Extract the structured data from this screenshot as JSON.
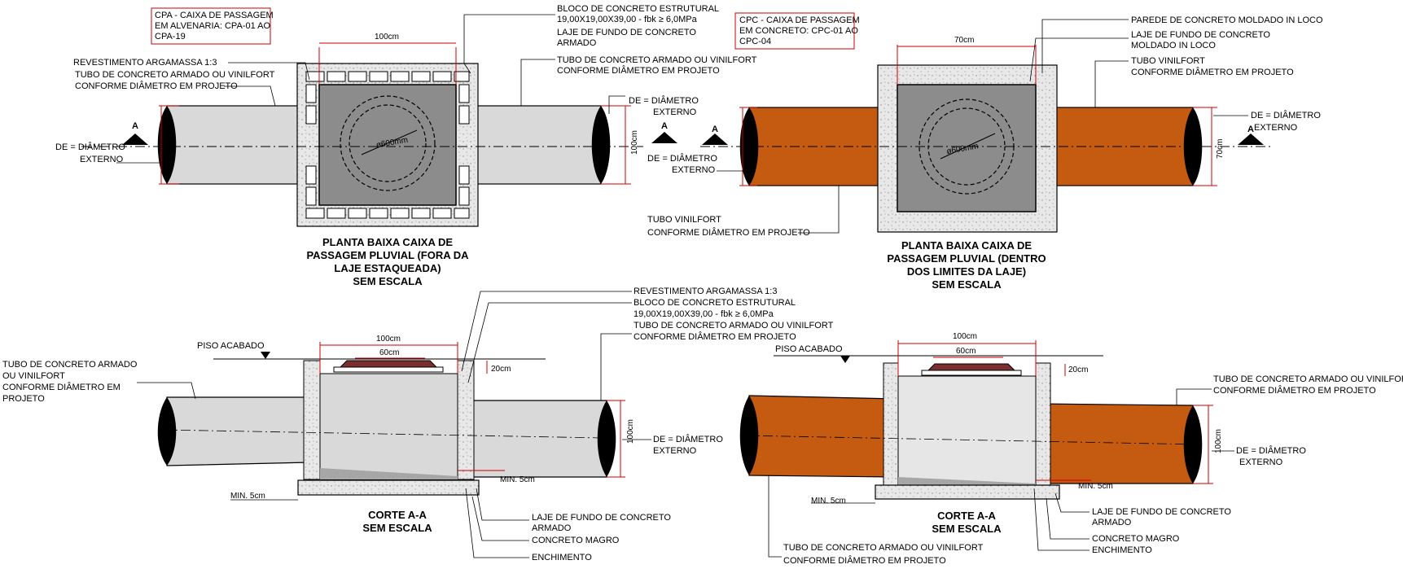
{
  "colors": {
    "pipe_gray": "#d9d9d9",
    "pipe_orange": "#c55a11",
    "box_fill": "#8c8c8c",
    "concrete": "#e6e6e6",
    "red_dim": "#cc0000",
    "cover": "#7a2e2e"
  },
  "plan_cpa": {
    "callout": [
      "CPA - CAIXA DE PASSAGEM",
      "EM ALVENARIA: CPA-01 AO",
      "CPA-19"
    ],
    "bloco": [
      "BLOCO DE CONCRETO ESTRUTURAL",
      "19,00X19,00X39,00 - fbk ≥ 6,0MPa"
    ],
    "laje": [
      "LAJE DE FUNDO DE CONCRETO",
      "ARMADO"
    ],
    "revestimento": "REVESTIMENTO ARGAMASSA 1:3",
    "tubo_left": [
      "TUBO DE CONCRETO ARMADO OU VINILFORT",
      "CONFORME DIÂMETRO EM PROJETO"
    ],
    "tubo_right": [
      "TUBO DE CONCRETO ARMADO OU VINILFORT",
      "CONFORME DIÂMETRO EM PROJETO"
    ],
    "de_left": [
      "DE = DIÂMETRO",
      "EXTERNO"
    ],
    "de_right": [
      "DE = DIÂMETRO",
      "EXTERNO"
    ],
    "dim_width": "100cm",
    "dim_height": "100cm",
    "diam": "ø600mm",
    "section_mark": "A",
    "title": [
      "PLANTA BAIXA CAIXA DE",
      "PASSAGEM PLUVIAL (FORA DA",
      "LAJE ESTAQUEADA)",
      "SEM ESCALA"
    ]
  },
  "plan_cpc": {
    "callout": [
      "CPC - CAIXA DE PASSAGEM",
      "EM CONCRETO: CPC-01 AO",
      "CPC-04"
    ],
    "parede": "PAREDE DE CONCRETO MOLDADO IN LOCO",
    "laje": [
      "LAJE DE FUNDO DE CONCRETO",
      "MOLDADO IN LOCO"
    ],
    "tubo_top": [
      "TUBO VINILFORT",
      "CONFORME DIÂMETRO EM PROJETO"
    ],
    "tubo_bottom": [
      "TUBO VINILFORT",
      "CONFORME DIÂMETRO EM PROJETO"
    ],
    "de_left": [
      "DE = DIÂMETRO",
      "EXTERNO"
    ],
    "de_right": [
      "DE = DIÂMETRO",
      "EXTERNO"
    ],
    "dim_width": "70cm",
    "dim_height": "70cm",
    "diam": "ø600mm",
    "section_mark": "A",
    "title": [
      "PLANTA BAIXA CAIXA DE",
      "PASSAGEM PLUVIAL (DENTRO",
      "DOS LIMITES DA LAJE)",
      "SEM ESCALA"
    ]
  },
  "section_cpa": {
    "revestimento": "REVESTIMENTO ARGAMASSA 1:3",
    "bloco": [
      "BLOCO DE CONCRETO ESTRUTURAL",
      "19,00X19,00X39,00 - fbk ≥ 6,0MPa"
    ],
    "tubo_top": [
      "TUBO DE CONCRETO ARMADO OU VINILFORT",
      "CONFORME DIÂMETRO EM PROJETO"
    ],
    "tubo_left": [
      "TUBO DE CONCRETO ARMADO",
      "OU VINILFORT",
      "CONFORME DIÂMETRO EM",
      "PROJETO"
    ],
    "piso": "PISO ACABADO",
    "dim_width": "100cm",
    "dim_cover": "60cm",
    "dim_depth": "20cm",
    "dim_height": "100cm",
    "min_right": "MIN. 5cm",
    "min_left": "MIN. 5cm",
    "de": [
      "DE = DIÂMETRO",
      "EXTERNO"
    ],
    "laje": [
      "LAJE DE FUNDO DE CONCRETO",
      "ARMADO"
    ],
    "magro": "CONCRETO MAGRO",
    "enchimento": "ENCHIMENTO",
    "title": [
      "CORTE A-A",
      "SEM ESCALA"
    ]
  },
  "section_cpc": {
    "piso": "PISO ACABADO",
    "dim_width": "100cm",
    "dim_cover": "60cm",
    "dim_depth": "20cm",
    "dim_height": "100cm",
    "tubo_right": [
      "TUBO DE CONCRETO ARMADO OU VINILFORT",
      "CONFORME DIÂMETRO EM PROJETO"
    ],
    "de": [
      "DE = DIÂMETRO",
      "EXTERNO"
    ],
    "min_right": "MIN. 5cm",
    "min_left": "MIN. 5cm",
    "laje": [
      "LAJE DE FUNDO DE CONCRETO",
      "ARMADO"
    ],
    "magro": "CONCRETO MAGRO",
    "enchimento": "ENCHIMENTO",
    "tubo_bottom": [
      "TUBO DE CONCRETO ARMADO OU VINILFORT",
      "CONFORME DIÂMETRO EM PROJETO"
    ],
    "title": [
      "CORTE A-A",
      "SEM ESCALA"
    ]
  }
}
